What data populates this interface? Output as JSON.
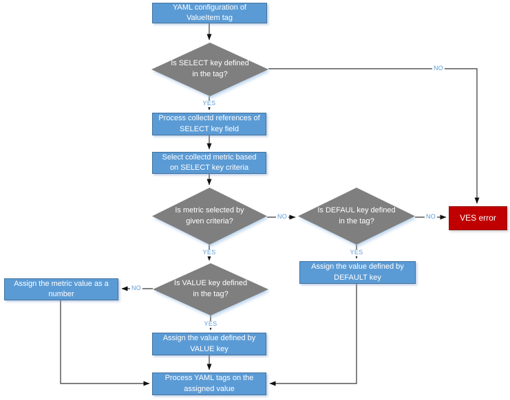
{
  "labels": {
    "yes": "YES",
    "no": "NO"
  },
  "nodes": {
    "start": {
      "label": "YAML configuration of ValueItem tag",
      "type": "process"
    },
    "d_select": {
      "label": "Is SELECT key defined in the tag?",
      "type": "decision"
    },
    "proc_refs": {
      "label": "Process collectd references of SELECT key field",
      "type": "process"
    },
    "select_metric": {
      "label": "Select collectd metric based on SELECT key criteria",
      "type": "process"
    },
    "d_metric": {
      "label": "Is metric selected by given criteria?",
      "type": "decision"
    },
    "d_default": {
      "label": "Is DEFAUL key defined in the tag?",
      "type": "decision"
    },
    "ves_error": {
      "label": "VES error",
      "type": "error"
    },
    "assign_default": {
      "label": "Assign the value defined by DEFAULT key",
      "type": "process"
    },
    "d_value": {
      "label": "Is VALUE key defined in the tag?",
      "type": "decision"
    },
    "assign_metric": {
      "label": "Assign the metric value as a number",
      "type": "process"
    },
    "assign_value": {
      "label": "Assign the value defined by VALUE key",
      "type": "process"
    },
    "process_yaml": {
      "label": "Process YAML tags on the assigned value",
      "type": "process"
    }
  },
  "colors": {
    "process_fill": "#5B9BD5",
    "process_border": "#41719C",
    "decision_fill": "#7F7F7F",
    "error_fill": "#C00000",
    "error_border": "#941616",
    "edge": "#333333",
    "edge_label": "#5B9BD5",
    "node_text": "#FFFFFF"
  }
}
